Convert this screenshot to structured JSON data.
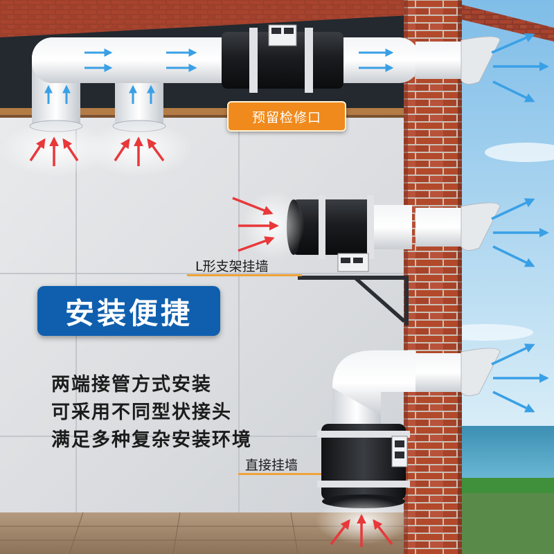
{
  "badge": {
    "title": "安装便捷"
  },
  "description": {
    "line1": "两端接管方式安装",
    "line2": "可采用不同型状接头",
    "line3": "满足多种复杂安装环境"
  },
  "labels": {
    "service_port": "预留检修口",
    "l_bracket": "L形支架挂墙",
    "direct_wall": "直接挂墙"
  },
  "colors": {
    "badge_blue": "#0f5fae",
    "label_orange": "#f08a1c",
    "airflow_in": "#e8383a",
    "airflow_out": "#3aa0e6",
    "brick": "#b54a2c"
  }
}
